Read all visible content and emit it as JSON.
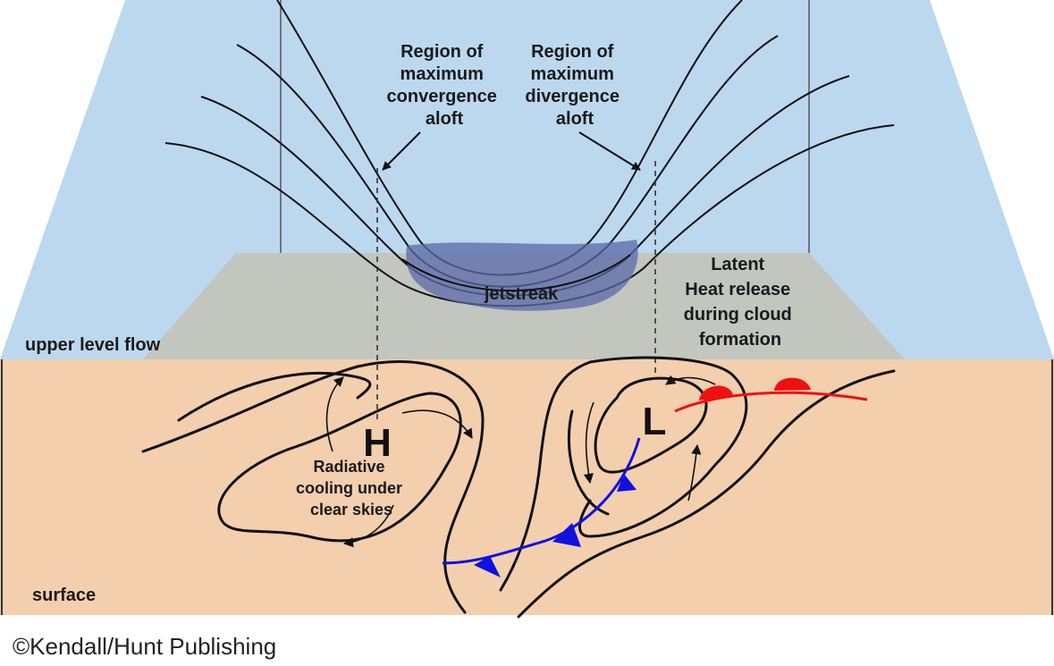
{
  "diagram": {
    "labels": {
      "convergence": [
        "Region of",
        "maximum",
        "convergence",
        "aloft"
      ],
      "divergence": [
        "Region of",
        "maximum",
        "divergence",
        "aloft"
      ],
      "jetstreak": "jetstreak",
      "latent_heat": [
        "Latent",
        "Heat release",
        "during cloud",
        "formation"
      ],
      "upper_level_flow": "upper level flow",
      "surface": "surface",
      "high": "H",
      "low": "L",
      "radiative": [
        "Radiative",
        "cooling under",
        "clear skies"
      ]
    },
    "colors": {
      "upper_plane": "#bcd8ef",
      "surface_plane": "#f3cfae",
      "overlap": "#c2c6bf",
      "jetstreak": "#5a6aa8",
      "cold_front": "#1010e0",
      "warm_front": "#ee1111",
      "isobar": "#111111"
    }
  },
  "credit": {
    "symbol": "©",
    "text": "Kendall/Hunt Publishing"
  }
}
